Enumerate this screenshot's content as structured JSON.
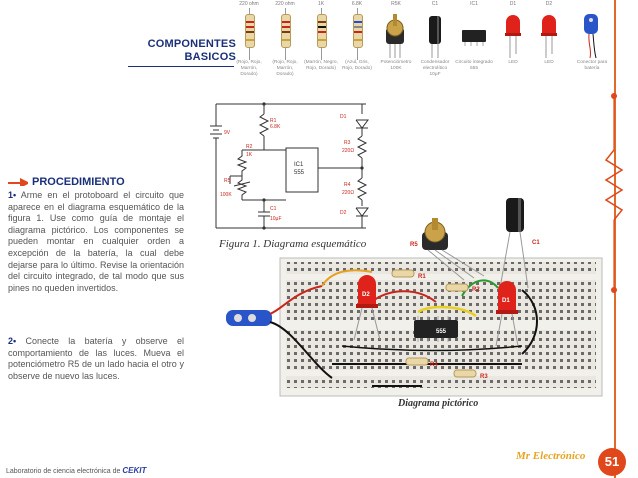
{
  "components": {
    "title_line1": "COMPONENTES",
    "title_line2": "BASICOS",
    "items": [
      {
        "top": "220 ohm",
        "cap": "(Rojo, Rojo, Marrón, Dorado)"
      },
      {
        "top": "220 ohm",
        "cap": "(Rojo, Rojo, Marrón, Dorado)"
      },
      {
        "top": "1K",
        "cap": "(Marrón, Negro, Rojo, Dorado)"
      },
      {
        "top": "6.8K",
        "cap": "(Azul, Gris, Rojo, Dorado)"
      },
      {
        "top": "R5K",
        "cap": "Potenciómetro 100K"
      },
      {
        "top": "C1",
        "cap": "Condensador electrolítico 10µF"
      },
      {
        "top": "IC1",
        "cap": "Circuito integrado 555"
      },
      {
        "top": "D1",
        "cap": "LED"
      },
      {
        "top": "D2",
        "cap": "LED"
      },
      {
        "top": "",
        "cap": "Conector para batería"
      }
    ]
  },
  "schematic": {
    "battery_label": "9V",
    "r1": "R1",
    "r1_val": "6.8K",
    "r2": "R2",
    "r2_val": "1K",
    "r3": "R3",
    "r3_val": "220Ω",
    "r4": "R4",
    "r4_val": "220Ω",
    "r5": "R5",
    "r5_val": "100K",
    "c1": "C1",
    "c1_val": "10µF",
    "ic": "IC1",
    "ic_val": "555",
    "d1": "D1",
    "d2": "D2"
  },
  "figure_caption": "Figura 1. Diagrama esquemático",
  "pictorial": {
    "caption": "Diagrama pictórico",
    "r5": "R5",
    "c1": "C1",
    "d1": "D1",
    "d2": "D2",
    "r1": "R1",
    "r2": "R2",
    "r3": "R3",
    "r4": "R4",
    "ic": "555"
  },
  "procedure": {
    "heading": "PROCEDIMIENTO",
    "step1_num": "1•",
    "step1": "Arme en el protoboard el circuito que aparece en el diagrama esquemático de la figura 1. Use como guía de montaje el diagrama pictórico. Los componentes se pueden montar en cualquier orden a excepción de la batería, la cual debe dejarse para lo último. Revise la orientación del circuito integrado, de tal modo que sus pines no queden invertidos.",
    "step2_num": "2•",
    "step2": "Conecte la batería y observe el comportamiento de las luces. Mueva el potenciómetro R5 de un lado hacia el otro y observe de nuevo las luces."
  },
  "footer": {
    "text": "Laboratorio de ciencia electrónica de",
    "brand": "CEKIT"
  },
  "page_number": "51",
  "mascot": "Mr Electrónico",
  "colors": {
    "accent": "#e0481c",
    "navy": "#1a2f7a",
    "led": "#e0231a"
  }
}
